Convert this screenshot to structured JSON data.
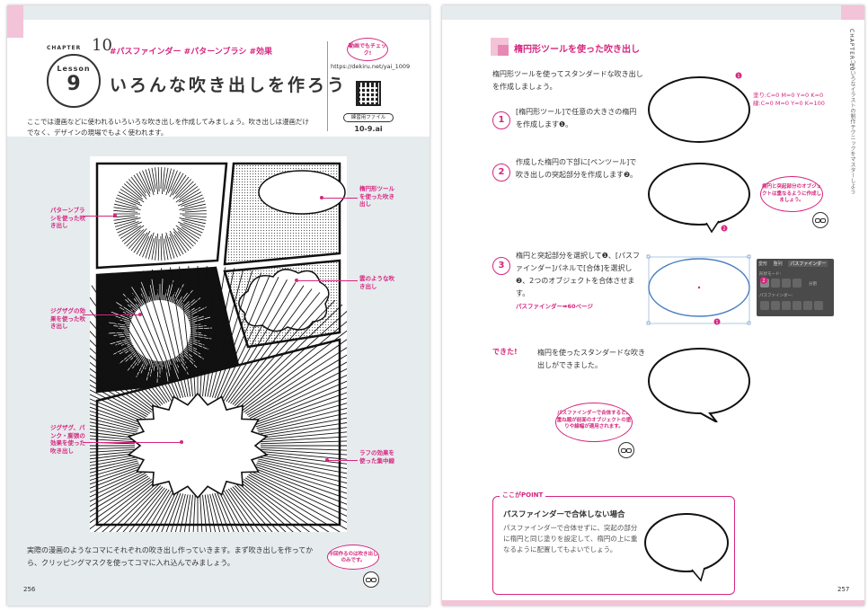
{
  "left": {
    "chapter_label": "CHAPTER",
    "chapter_number": "10",
    "lesson_label": "Lesson",
    "lesson_number": "9",
    "tags": "#パスファインダー #パターンブラシ #効果",
    "title": "いろんな吹き出しを作ろう",
    "intro": "ここでは漫画などに使われるいろいろな吹き出しを作成してみましょう。吹き出しは漫画だけでなく、デザインの現場でもよく使われます。",
    "video_bubble": "動画でもチェック!",
    "url": "https://dekiru.net/yai_1009",
    "file_label": "練習用ファイル",
    "file_name": "10-9.ai",
    "annotations": {
      "pattern_brush": "パターンブラシを使った吹き出し",
      "ellipse_tool": "楕円形ツールを使った吹き出し",
      "cloud": "雲のような吹き出し",
      "zigzag": "ジグザグの効果を使った吹き出し",
      "zigzag_pucker": "ジグザグ、パンク・膨張の効果を使った吹き出し",
      "rough": "ラフの効果を使った集中線"
    },
    "bottom_text": "実際の漫画のようなコマにそれぞれの吹き出し作っていきます。まず吹き出しを作ってから、クリッピングマスクを使ってコマに入れ込んでみましょう。",
    "tip_bubble": "今回作るのは吹き出しのみです。",
    "page_number": "256"
  },
  "right": {
    "side_chapter": "CHAPTER 10",
    "side_title": "いろいろなイラストの制作テクニックをマスターしよう",
    "section_title": "楕円形ツールを使った吹き出し",
    "intro": "楕円形ツールを使ってスタンダードな吹き出しを作成しましょう。",
    "marker1": "1",
    "marker2": "2",
    "marker3": "3",
    "fill_note_1": "塗り:C=0 M=0 Y=0 K=0",
    "fill_note_2": "線:C=0 M=0 Y=0 K=100",
    "steps": [
      {
        "num": "1",
        "text": "[楕円形ツール]で任意の大きさの楕円を作成します❶。"
      },
      {
        "num": "2",
        "text": "作成した楕円の下部に[ペンツール]で吹き出しの突起部分を作成します❷。"
      },
      {
        "num": "3",
        "text": "楕円と突起部分を選択して❶、[パスファインダー]パネルで[合体]を選択し❷、2つのオブジェクトを合体させます。",
        "link": "パスファインダー➡60ページ"
      }
    ],
    "bubble_2": "楕円と突起部分のオブジェクトは重なるように作成しましょう。",
    "panel_tabs": [
      "変形",
      "整列",
      "パスファインダー"
    ],
    "panel_label_1": "形状モード:",
    "panel_label_2": "パスファインダー:",
    "panel_button": "分割",
    "dekita": "できた!",
    "dekita_text": "楕円を使ったスタンダードな吹き出しができました。",
    "bubble_done": "パスファインダーで合体すると、重ね順が前面のオブジェクトの塗りや線幅が適用されます。",
    "point_label": "ここがPOINT",
    "point_title": "パスファインダーで合体しない場合",
    "point_text": "パスファインダーで合体せずに、突起の部分に楕円と同じ塗りを設定して、楕円の上に重なるように配置してもよいでしょう。",
    "page_number": "257"
  }
}
